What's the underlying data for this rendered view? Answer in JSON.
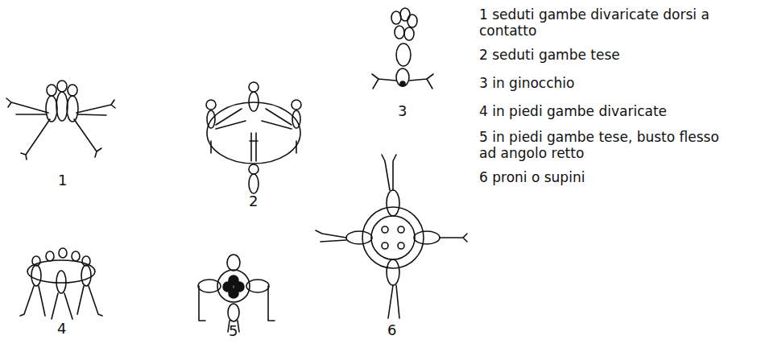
{
  "diagram": {
    "labels": [
      "1",
      "2",
      "3",
      "4",
      "5",
      "6",
      "1 seduti gambe divaricate dorsi a contatto",
      "2 seduti gambe tese",
      "3 in ginocchio",
      "4 in piedi gambe divaricate",
      "5 in piedi gambe tese, busto flesso ad angolo retto",
      "6 proni o supini"
    ]
  }
}
